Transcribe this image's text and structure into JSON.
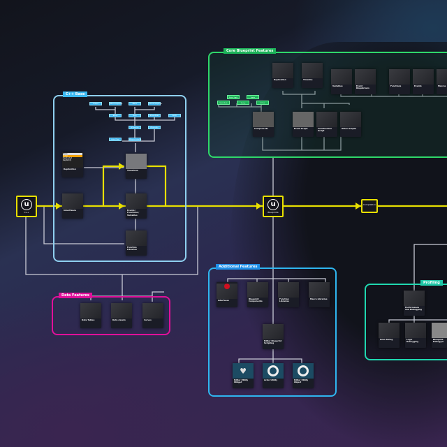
{
  "nodes": {
    "cpp": "C++",
    "blueprint": "Blueprints",
    "compilation": "Compilation"
  },
  "groups": {
    "cpp_base": "C++ Base",
    "core": "Core Blueprint Features",
    "additional": "Additional Features",
    "data": "Data Features",
    "profiling": "Profiling"
  },
  "cpp_cards": [
    "Replication",
    "Inheritance",
    "Transform",
    "Events / Functions / Variables",
    "Function Libraries"
  ],
  "dropdown": [
    "None",
    "Initial",
    "Replicated",
    "RepNotify"
  ],
  "classes": [
    "UObject",
    "UActorComponent",
    "AActor",
    "USceneComponent",
    "APawn",
    "AInfo",
    "AGameMode",
    "AHUD",
    "ACharacter",
    "AController",
    "APlayerController",
    "Actor Class"
  ],
  "core_cards": [
    "Replication",
    "Timeline",
    "Variables",
    "Event Dispatchers",
    "Functions",
    "Events",
    "Macros",
    "Components",
    "Event Graph",
    "Construction Script",
    "Other Graphs"
  ],
  "core_tags": [
    "Scene Logic",
    "Inputs",
    "Static Mesh",
    "Spring",
    "UI Text"
  ],
  "additional_cards": [
    "Interfaces",
    "Blueprint Components",
    "Function Libraries",
    "Macro Libraries",
    "Editor Blueprint Scripting",
    "Editor Utility Widget",
    "Actor Utility",
    "Editor Utility Object"
  ],
  "data_cards": [
    "Data Tables",
    "Data Assets",
    "Curves"
  ],
  "profiling_cards": [
    "Performance and Debugging",
    "Print String",
    "Logic Debugging",
    "Blueprint Debugger"
  ],
  "colors": {
    "main_flow": "#e8e000",
    "cpp_base": "#8fd0f0",
    "core": "#2fd86a",
    "additional": "#2fb6f0",
    "data": "#e0109a",
    "profiling": "#20d8b0"
  }
}
